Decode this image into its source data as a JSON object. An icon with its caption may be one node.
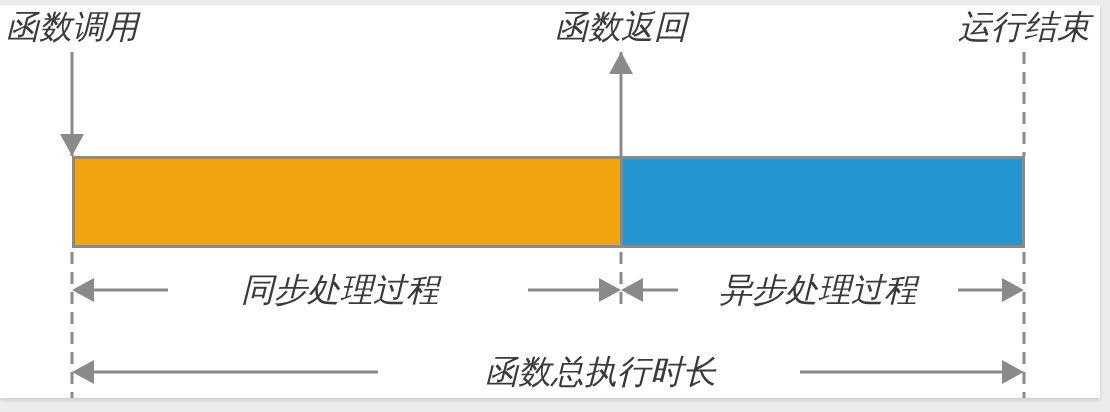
{
  "diagram": {
    "nodes": [
      {
        "text": [
          "函数调用"
        ]
      },
      {
        "text": [
          "函数返回"
        ]
      },
      {
        "text": [
          "运行结束"
        ]
      },
      {
        "text": [],
        "shape": "bar"
      },
      {
        "text": [],
        "shape": "bar"
      }
    ],
    "edges": [
      {
        "from": 0,
        "to": 3,
        "arrow": "to"
      },
      {
        "from": 3,
        "to": 1,
        "arrow": "to"
      },
      {
        "from": 2,
        "to": 4,
        "arrow": "none",
        "style": "dashed"
      }
    ],
    "labels": [
      "同步处理过程",
      "异步处理过程",
      "函数总执行时长"
    ]
  }
}
